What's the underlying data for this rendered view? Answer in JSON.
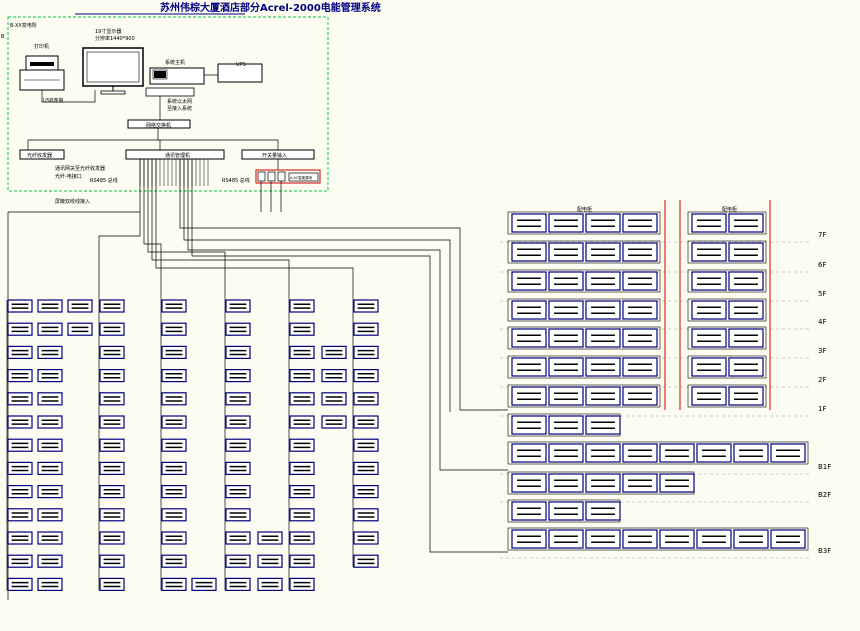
{
  "title": "苏州伟棕大厦酒店部分Acrel-2000电能管理系统",
  "colors": {
    "background": "#fdfcf0",
    "line": "#000000",
    "title": "#000080",
    "accent": "#000080",
    "enclosure": "#00cc44",
    "highlight": "#d00000"
  },
  "control_room": {
    "label": "B-XX变电所",
    "printer_label": "打印机",
    "monitor_label": "19寸显示器",
    "monitor_sub": "分辨率1440*900",
    "host_label": "系统主机",
    "ups_label": "UPS",
    "usb_label": "USB连接",
    "network_label": "系统以太网",
    "network_sub": "至接入系统",
    "switch_label": "网络交换机",
    "fiber_label": "光纤收发器",
    "comm_label": "通讯管理机",
    "io_label": "开关量输入",
    "mod_label": "A-AC智能模块",
    "note1": "通讯网关至光纤收发器",
    "note2": "光纤-电接口",
    "note3": "屏蔽双绞线接入",
    "bus1": "RS485 总线",
    "bus2": "RS485 总线"
  },
  "annotations": {
    "left_edge": "B"
  },
  "right_headers": [
    "配电柜",
    "配电柜"
  ],
  "floors": [
    "7F",
    "6F",
    "5F",
    "4F",
    "3F",
    "2F",
    "1F",
    "B1F",
    "B2F",
    "B3F"
  ]
}
